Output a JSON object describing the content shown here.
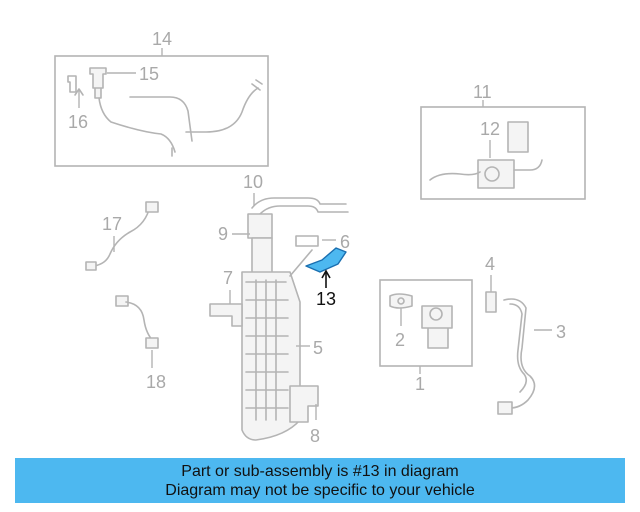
{
  "diagram": {
    "labels": {
      "l1": "1",
      "l2": "2",
      "l3": "3",
      "l4": "4",
      "l5": "5",
      "l6": "6",
      "l7": "7",
      "l8": "8",
      "l9": "9",
      "l10": "10",
      "l11": "11",
      "l12": "12",
      "l13": "13",
      "l14": "14",
      "l15": "15",
      "l16": "16",
      "l17": "17",
      "l18": "18"
    },
    "highlight_color": "#4db8f0",
    "highlighted_part": "13"
  },
  "banner": {
    "line1": "Part or sub-assembly is #13 in diagram",
    "line2": "Diagram may not be specific to your vehicle",
    "background": "#4db8f0"
  }
}
